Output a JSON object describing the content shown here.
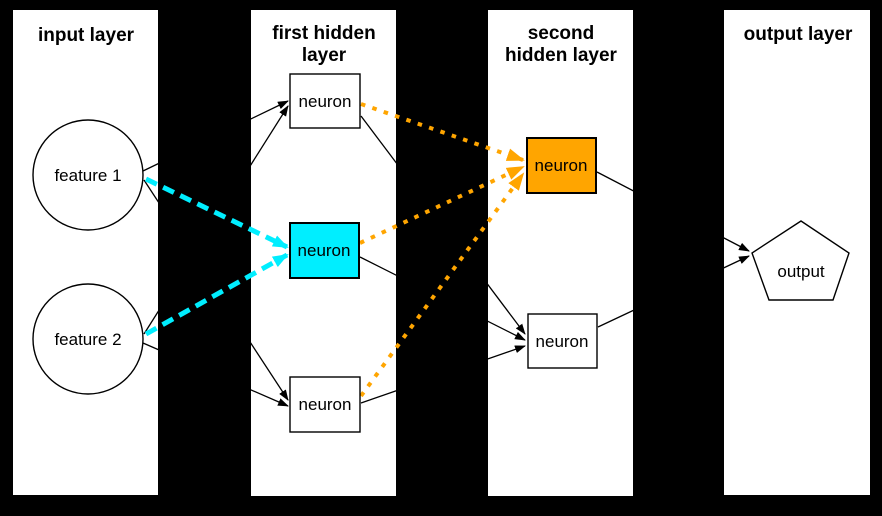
{
  "diagram": {
    "kind": "neural-network-layers",
    "colors": {
      "background": "#000000",
      "panel_bg": "#ffffff",
      "line": "#000000",
      "text": "#000000",
      "cyan": "#00eeff",
      "orange": "#ffa500"
    },
    "layers": {
      "input": {
        "title_line1": "input layer"
      },
      "hidden1": {
        "title_line1": "first hidden",
        "title_line2": "layer"
      },
      "hidden2": {
        "title_line1": "second",
        "title_line2": "hidden layer"
      },
      "output": {
        "title_line1": "output layer"
      }
    },
    "nodes": {
      "feature1": {
        "label": "feature 1",
        "shape": "circle",
        "fill": "white"
      },
      "feature2": {
        "label": "feature 2",
        "shape": "circle",
        "fill": "white"
      },
      "h1_top": {
        "label": "neuron",
        "shape": "rect",
        "fill": "white"
      },
      "h1_mid": {
        "label": "neuron",
        "shape": "rect",
        "fill": "cyan"
      },
      "h1_bot": {
        "label": "neuron",
        "shape": "rect",
        "fill": "white"
      },
      "h2_top": {
        "label": "neuron",
        "shape": "rect",
        "fill": "orange"
      },
      "h2_bot": {
        "label": "neuron",
        "shape": "rect",
        "fill": "white"
      },
      "out": {
        "label": "output",
        "shape": "pentagon",
        "fill": "white"
      }
    },
    "connections": [
      {
        "from": "feature1",
        "to": "h1_top",
        "style": "solid",
        "color": "black"
      },
      {
        "from": "feature1",
        "to": "h1_mid",
        "style": "dashed",
        "color": "cyan"
      },
      {
        "from": "feature1",
        "to": "h1_bot",
        "style": "solid",
        "color": "black"
      },
      {
        "from": "feature2",
        "to": "h1_top",
        "style": "solid",
        "color": "black"
      },
      {
        "from": "feature2",
        "to": "h1_mid",
        "style": "dashed",
        "color": "cyan"
      },
      {
        "from": "feature2",
        "to": "h1_bot",
        "style": "solid",
        "color": "black"
      },
      {
        "from": "h1_top",
        "to": "h2_top",
        "style": "dotted",
        "color": "orange"
      },
      {
        "from": "h1_mid",
        "to": "h2_top",
        "style": "dotted",
        "color": "orange"
      },
      {
        "from": "h1_bot",
        "to": "h2_top",
        "style": "dotted",
        "color": "orange"
      },
      {
        "from": "h1_top",
        "to": "h2_bot",
        "style": "solid",
        "color": "black"
      },
      {
        "from": "h1_mid",
        "to": "h2_bot",
        "style": "solid",
        "color": "black"
      },
      {
        "from": "h1_bot",
        "to": "h2_bot",
        "style": "solid",
        "color": "black"
      },
      {
        "from": "h2_top",
        "to": "out",
        "style": "solid",
        "color": "black"
      },
      {
        "from": "h2_bot",
        "to": "out",
        "style": "solid",
        "color": "black"
      }
    ]
  }
}
